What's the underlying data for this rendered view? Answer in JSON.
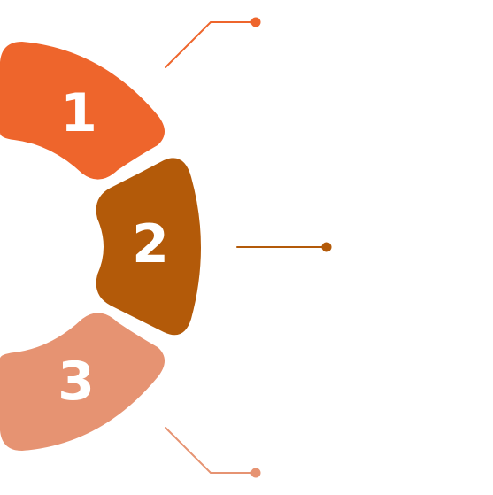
{
  "segments": [
    {
      "id": "1",
      "label": "1",
      "color": "#EE652C"
    },
    {
      "id": "2",
      "label": "2",
      "color": "#B35A09"
    },
    {
      "id": "3",
      "label": "3",
      "color": "#E69372"
    }
  ]
}
